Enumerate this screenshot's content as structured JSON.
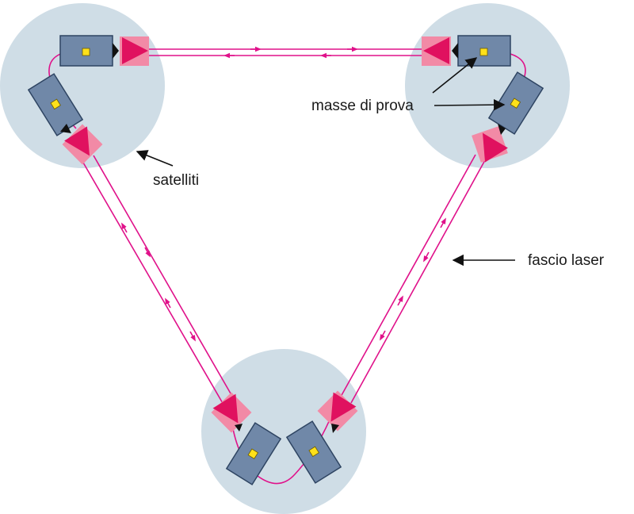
{
  "labels": {
    "test_masses": "masse di prova",
    "satellites": "satelliti",
    "laser_beam": "fascio laser"
  },
  "colors": {
    "satellite_disc": "#cfdde6",
    "optical_bench_fill": "#7088a8",
    "optical_bench_stroke": "#2e4462",
    "test_mass": "#ffe11a",
    "prism": "#e0115f",
    "prism_glow": "#f28aa6",
    "laser": "#e0118a",
    "arrow": "#111111"
  },
  "icons": [
    "satellite-disc",
    "optical-bench",
    "test-mass-cube",
    "prism",
    "laser-beam",
    "pointer-arrow"
  ]
}
